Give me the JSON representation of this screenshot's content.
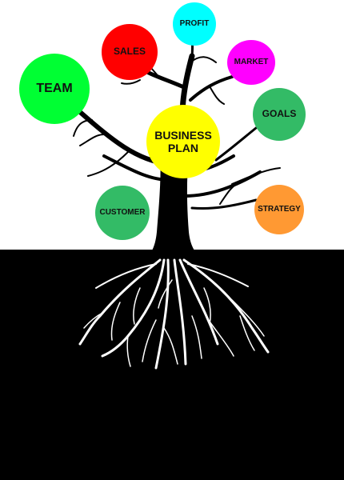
{
  "diagram": {
    "center": {
      "line1": "BUSINESS",
      "line2": "PLAN",
      "color": "#FFFF00"
    },
    "nodes": {
      "profit": {
        "label": "PROFIT",
        "color": "#00FFFF"
      },
      "sales": {
        "label": "SALES",
        "color": "#FF0000"
      },
      "market": {
        "label": "MARKET",
        "color": "#FF00FF"
      },
      "team": {
        "label": "TEAM",
        "color": "#00FF33"
      },
      "goals": {
        "label": "GOALS",
        "color": "#33BB66"
      },
      "customer": {
        "label": "CUSTOMER",
        "color": "#33BB66"
      },
      "strategy": {
        "label": "STRATEGY",
        "color": "#FF9933"
      }
    }
  },
  "colors": {
    "sky": "#FFFFFF",
    "ground": "#000000",
    "trunk": "#000000",
    "roots": "#FFFFFF"
  }
}
